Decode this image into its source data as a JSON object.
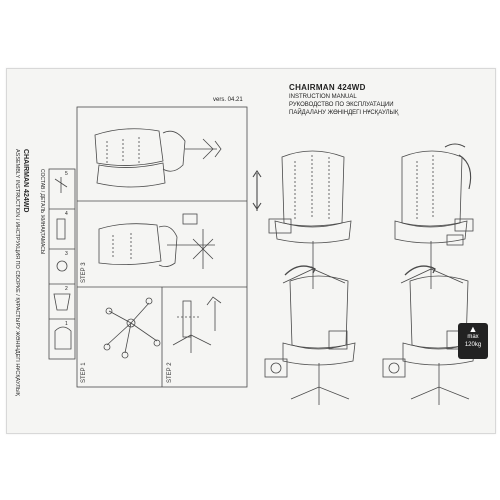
{
  "version": "vers. 04.21",
  "model": "CHAIRMAN 424WD",
  "manuals": {
    "instruction_en": "INSTRUCTION MANUAL",
    "instruction_ru": "РУКОВОДСТВО ПО ЭКСПЛУАТАЦИИ",
    "instruction_kz": "ПАЙДАЛАНУ ЖӨНІНДЕГІ НҰСҚАУЛЫҚ",
    "assembly_line": "ASSEMBLY INSTRUCTION / ИНСТРУКЦИЯ ПО СБОРКЕ / ҚҰРАСТЫРУ ЖӨНІНДЕГІ НҰСҚАУЛЫҚ",
    "parts_line": "СОСТАВ / ДЕТАЛЬ ЖИНАҚТАМАСЫ"
  },
  "steps": {
    "step1": "STEP 1",
    "step2": "STEP 2",
    "step3": "STEP 3"
  },
  "part_numbers": [
    "1",
    "2",
    "3",
    "4",
    "5"
  ],
  "weight": {
    "label": "max",
    "value": "120kg"
  }
}
